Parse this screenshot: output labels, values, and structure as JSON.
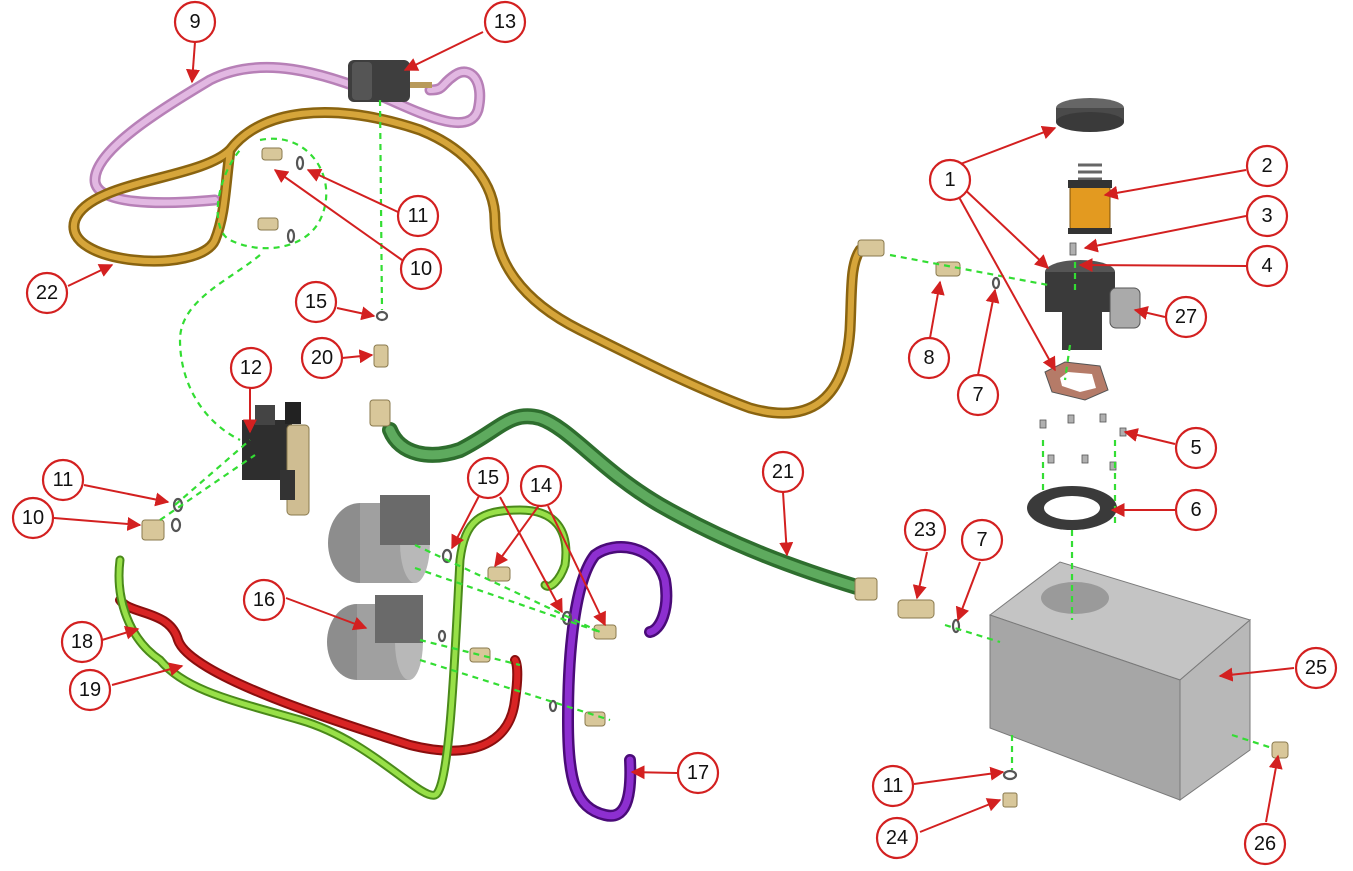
{
  "callouts": [
    "9",
    "13",
    "1",
    "2",
    "3",
    "11",
    "10",
    "22",
    "15",
    "4",
    "20",
    "27",
    "8",
    "7",
    "12",
    "5",
    "11",
    "10",
    "15",
    "14",
    "21",
    "23",
    "7",
    "6",
    "16",
    "18",
    "19",
    "25",
    "17",
    "11",
    "24",
    "26"
  ],
  "colors": {
    "callout_stroke": "#d32020",
    "dashed_path": "#33dd33",
    "hose_pink": "#d6a0d6",
    "hose_gold": "#c8961e",
    "hose_green": "#4a9a4a",
    "hose_lime": "#88d83a",
    "hose_red": "#cc1c1c",
    "hose_purple": "#7a1fb5",
    "tank_gray": "#a6a6a6"
  }
}
